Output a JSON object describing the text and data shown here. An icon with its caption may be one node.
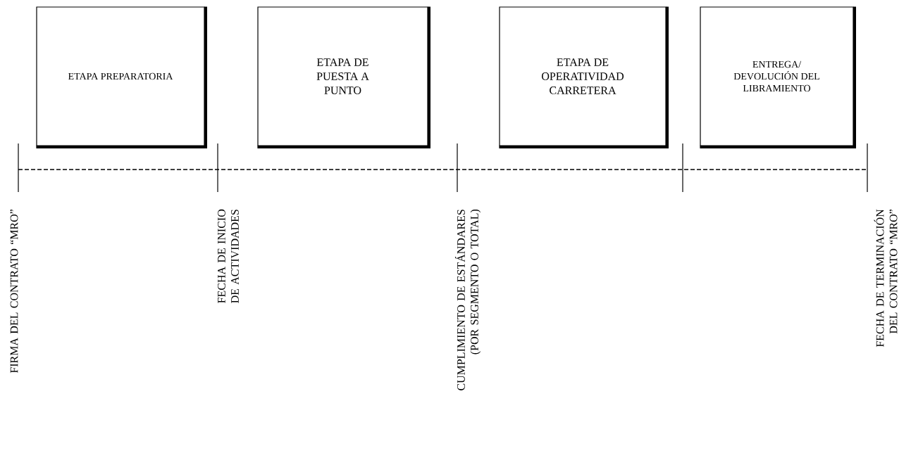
{
  "diagram": {
    "nodes": [
      {
        "text": [
          "ETAPA PREPARATORIA"
        ]
      },
      {
        "text": [
          "ETAPA DE PUESTA A PUNTO"
        ]
      },
      {
        "text": [
          "ETAPA DE OPERATIVIDAD CARRETERA"
        ]
      },
      {
        "text": [
          "ENTREGA/ DEVOLUCIÓN DEL LIBRAMIENTO"
        ]
      }
    ],
    "labels": [
      "FIRMA DEL CONTRATO “MRO”",
      "FECHA DE INICIO DE ACTIVIDADES",
      "CUMPLIMIENTO DE ESTÁNDARES (POR SEGMENTO O TOTAL)",
      "FECHA DE TERMINACIÓN DEL CONTRATO “MRO”"
    ]
  }
}
